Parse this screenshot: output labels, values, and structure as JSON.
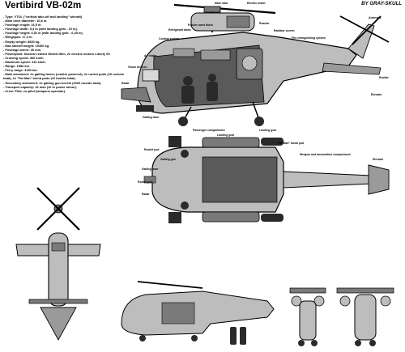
{
  "title": "Vertibird VB-02m",
  "author": "BY GRAY-SKULL",
  "specs": [
    "- Type: VTOL (\"vertical take-off and landing\" aircraft)",
    "- Main rotor diameter: 10,8 m.",
    "- Fuselage length: 16,5 m.",
    "- Fuselage width: 5,4 m (with landing gear - 10 m).",
    "- Fuselage height: 4,92 m (with landing gear - 6,45 m).",
    "- Wingspan: 17,4 m.",
    "- Empty weight: 8830 kg.",
    "- Max takeoff weight: 19400 kg.",
    "- Fuselage armor: 30 mm.",
    "- Powerplant: Nuclear reactor WestG-96m, 2x electric motors Liberty 05",
    "- Cruising speed: 360 km/h.",
    "- Maximum speed: 410 km/h.",
    "- Range: 1580 km.",
    "- Ferry range: 3180 km.",
    "- Main armament: 2x gatling lasers (reactor powered), 2x rocket pods (10 rockets total), 2x \"Fat Man\" bomb pods (12 bombs total).",
    "- Secondary armament: 2x gatling gun turrets (2000 rounds total).",
    "- Transport capacity: 16 man (10 in power armor).",
    "- Crew: Pilot, co-pilot (weapons operator)."
  ],
  "side_labels": {
    "main_rotor": "Main rotor",
    "electric_motor": "Electric motor",
    "fusion_cores_block": "Fusion cores block",
    "reactor": "Reactor",
    "refrigerant_tanks": "Refrigerant tanks",
    "radiator_screen": "Radiator screen",
    "cooling_system": "Cooling system",
    "fire_extinguishing_system": "Fire extinguishing system",
    "antennas": "Antennas",
    "air_intake": "Air intake",
    "vision_devices": "Vision devices",
    "radar": "Radar",
    "rudder": "Rudder",
    "elevator": "Elevator",
    "gatling_laser": "Gatling laser",
    "passenger_compartment": "Passenger compartment",
    "landing_gear": "Landing gear"
  },
  "top_labels": {
    "landing_gear": "Landing gear",
    "rocket_pod": "Rocket pod",
    "gatling_gun": "Gatling gun",
    "gatling_laser": "Gatling laser",
    "rocket_pod_2": "Rocket pod",
    "radar": "Radar",
    "fat_man_bomb_pod": "\"Fat Man\" bomb pod",
    "weapon_and_ammunition_compartment": "Weapon and ammunition compartment",
    "elevator": "Elevator"
  },
  "colors": {
    "ink": "#000000",
    "hull": "#bdbdbd",
    "hull_dark": "#7a7a7a",
    "interior": "#5a5a5a",
    "background": "#ffffff"
  }
}
